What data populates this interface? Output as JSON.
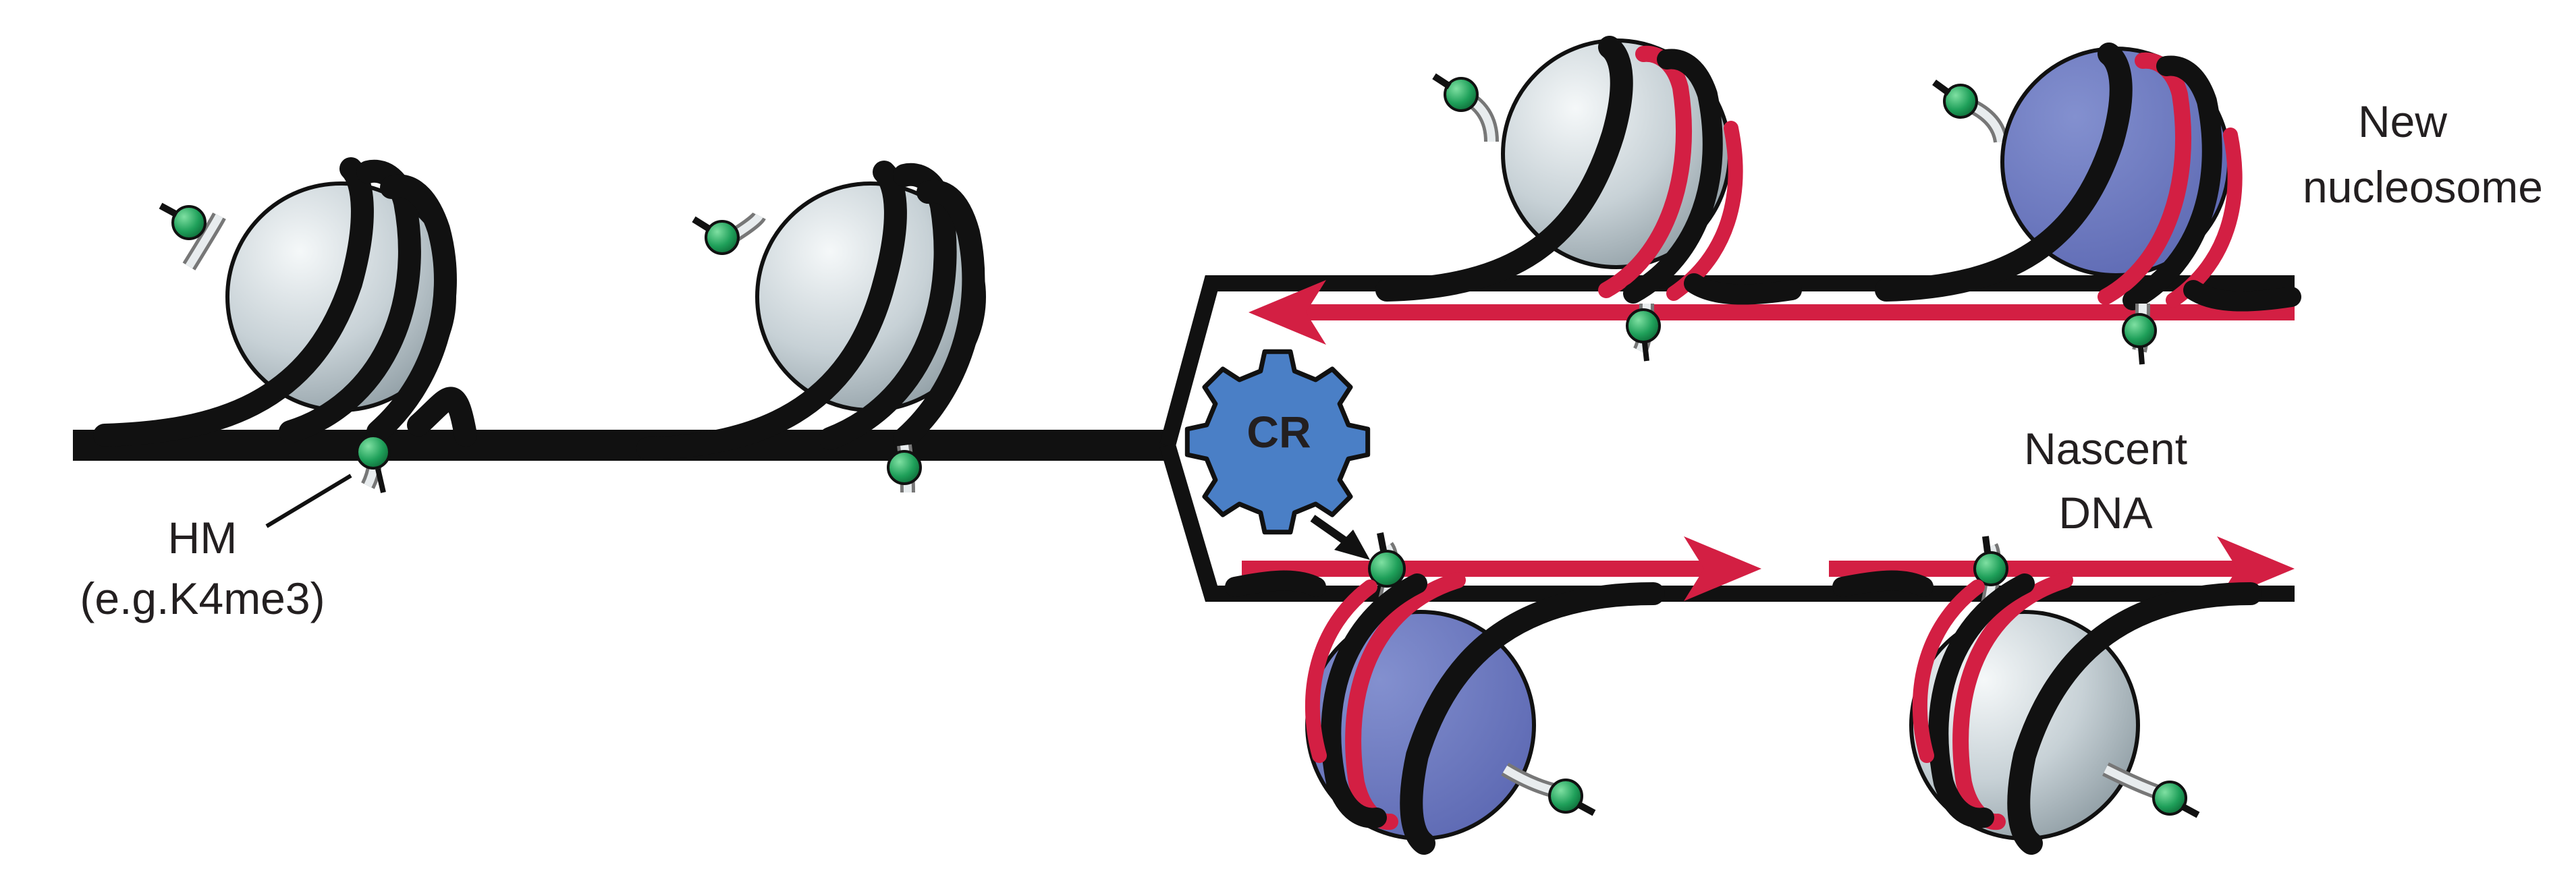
{
  "labels": {
    "new_nucleosome_line1": "New",
    "new_nucleosome_line2": "nucleosome",
    "nascent_dna_line1": "Nascent",
    "nascent_dna_line2": "DNA",
    "hm_line1": "HM",
    "hm_line2": "(e.g.K4me3)",
    "cr": "CR"
  },
  "colors": {
    "parental_dna": "#111111",
    "nascent_dna": "#d31f43",
    "old_histone": "#c3cdd2",
    "new_histone": "#6b77bd",
    "histone_mark": "#1fa05a",
    "chromatin_remodeler": "#4a7fc6"
  }
}
